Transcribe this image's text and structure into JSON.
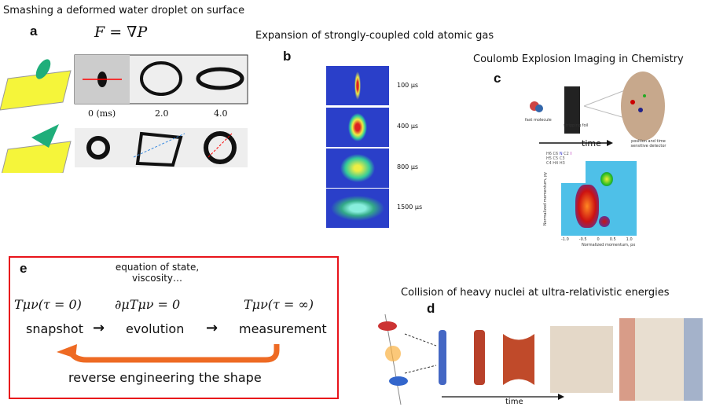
{
  "panel_a": {
    "title": "Smashing a deformed water droplet on surface",
    "label": "a",
    "equation": "F = ∇P",
    "times": [
      "0 (ms)",
      "2.0",
      "4.0"
    ]
  },
  "panel_b": {
    "title": "Expansion of strongly-coupled cold atomic gas",
    "label": "b",
    "frames": [
      "100 µs",
      "400 µs",
      "800 µs",
      "1500 µs"
    ]
  },
  "panel_c": {
    "title": "Coulomb Explosion Imaging in Chemistry",
    "label": "c",
    "fast_molecule": "fast molecule",
    "stripping_foil": "stripping foil",
    "detector": "position and time sensitive detector",
    "time": "time",
    "atoms": [
      "H6",
      "C6",
      "N",
      "C2",
      "I",
      "H5",
      "C5",
      "C3",
      "C4",
      "H4",
      "H3"
    ],
    "plot_xlabel": "Normalized momentum, px",
    "plot_ylabel": "Normalized momentum, py",
    "ticks": [
      "-1.0",
      "-0.5",
      "0",
      "0.5",
      "1.0"
    ]
  },
  "panel_d": {
    "title": "Collision of heavy nuclei at ultra-relativistic energies",
    "label": "d",
    "time": "time"
  },
  "panel_e": {
    "label": "e",
    "note": "equation of state, viscosity…",
    "eq1": "Tμν(τ = 0)",
    "eq2": "∂μTμν = 0",
    "eq3": "Tμν(τ = ∞)",
    "step1": "snapshot",
    "step2": "evolution",
    "step3": "measurement",
    "arrow": "→",
    "reverse": "reverse engineering the shape",
    "box_color": "#e8141b",
    "arrow_color": "#ee6a23"
  }
}
